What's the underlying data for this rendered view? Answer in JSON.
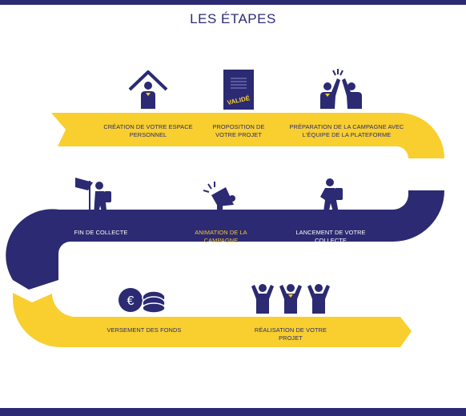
{
  "title": "LES ÉTAPES",
  "colors": {
    "navy": "#2b2a72",
    "yellow": "#f8cf2e",
    "white": "#ffffff"
  },
  "steps": [
    {
      "label": "CRÉATION DE VOTRE ESPACE PERSONNEL",
      "icon": "house-person-icon"
    },
    {
      "label": "PROPOSITION DE VOTRE PROJET",
      "icon": "validated-document-icon",
      "badge": "VALIDÉ"
    },
    {
      "label": "PRÉPARATION DE LA CAMPAGNE AVEC L'ÉQUIPE DE LA PLATEFORME",
      "icon": "high-five-icon"
    },
    {
      "label": "LANCEMENT DE VOTRE COLLECTE",
      "icon": "hiker-icon"
    },
    {
      "label": "ANIMATION DE LA CAMPAGNE",
      "icon": "megaphone-icon"
    },
    {
      "label": "FIN DE COLLECTE",
      "icon": "flag-hiker-icon"
    },
    {
      "label": "VERSEMENT DES FONDS",
      "icon": "euro-coins-icon",
      "symbol": "€"
    },
    {
      "label": "RÉALISATION DE VOTRE PROJET",
      "icon": "celebrating-team-icon"
    }
  ]
}
